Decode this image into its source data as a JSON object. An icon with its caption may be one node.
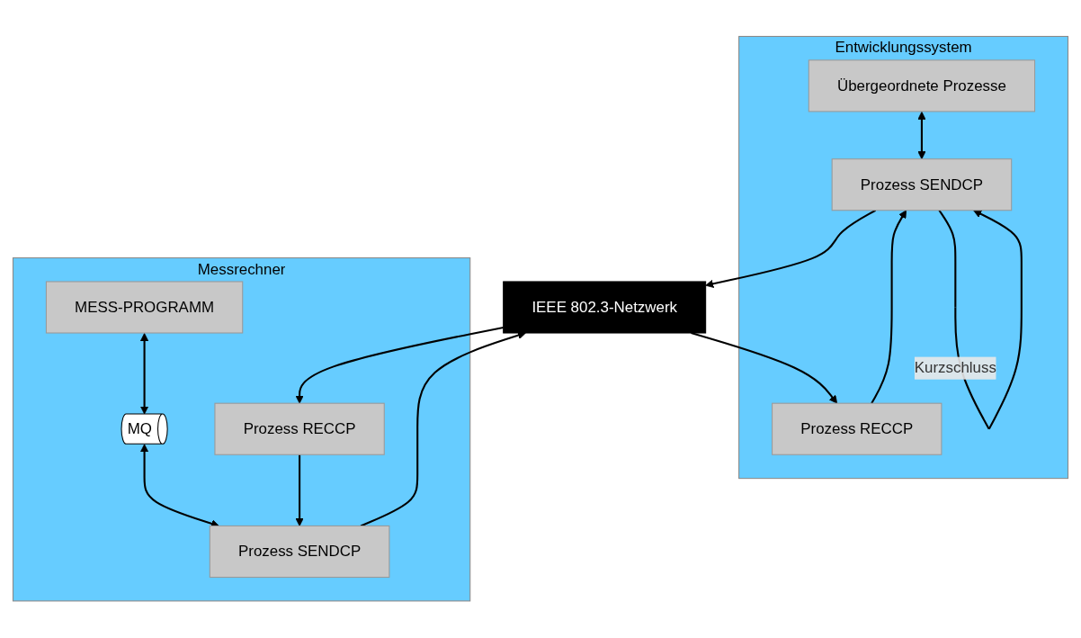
{
  "diagram": {
    "nodes": [
      {
        "text": [
          "Entwicklungssystem"
        ]
      },
      {
        "text": [
          "Übergeordnete Prozesse"
        ],
        "in": 0
      },
      {
        "text": [
          "Prozess SENDCP"
        ],
        "in": 0
      },
      {
        "text": [
          "Prozess RECCP"
        ],
        "in": 0
      },
      {
        "text": [
          "Messrechner"
        ]
      },
      {
        "text": [
          "MESS-PROGRAMM"
        ],
        "in": 4
      },
      {
        "text": [
          "MQ"
        ],
        "in": 4
      },
      {
        "text": [
          "Prozess SENDCP"
        ],
        "in": 4
      },
      {
        "text": [
          "Prozess RECCP"
        ],
        "in": 4
      },
      {
        "text": [
          "IEEE 802.3-Netzwerk"
        ]
      }
    ],
    "edges": [
      {
        "from": 1,
        "to": 2,
        "arrow": "both"
      },
      {
        "from": 2,
        "to": 2,
        "arrow": "to",
        "label": "Kurzschluss"
      },
      {
        "from": 3,
        "to": 2,
        "arrow": "to"
      },
      {
        "from": 9,
        "to": 3,
        "arrow": "to"
      },
      {
        "from": 2,
        "to": 9,
        "arrow": "to"
      },
      {
        "from": 5,
        "to": 6,
        "arrow": "both"
      },
      {
        "from": 6,
        "to": 7,
        "arrow": "both"
      },
      {
        "from": 8,
        "to": 7,
        "arrow": "to"
      },
      {
        "from": 9,
        "to": 8,
        "arrow": "to"
      },
      {
        "from": 7,
        "to": 9,
        "arrow": "to"
      }
    ]
  }
}
